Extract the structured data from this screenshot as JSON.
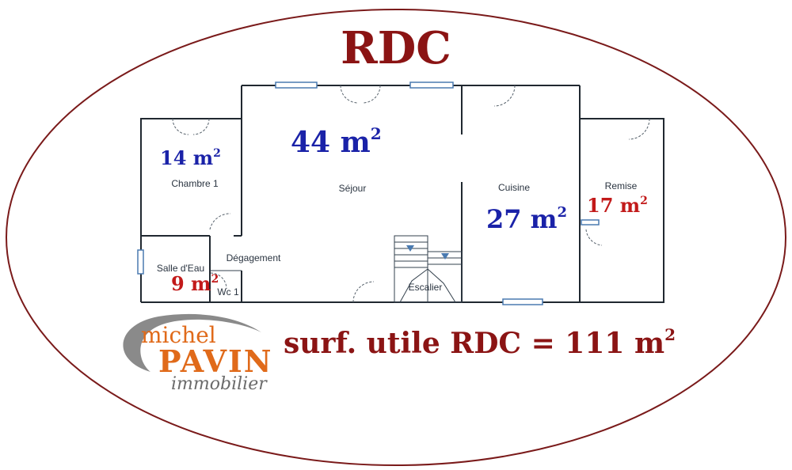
{
  "title": "RDC",
  "rooms": {
    "chambre": {
      "label": "Chambre 1",
      "area": "14 m",
      "sup": "2"
    },
    "sejour": {
      "label": "Séjour",
      "area": "44 m",
      "sup": "2"
    },
    "cuisine": {
      "label": "Cuisine",
      "area": "27 m",
      "sup": "2"
    },
    "remise": {
      "label": "Remise",
      "area": "17 m",
      "sup": "2"
    },
    "salle_eau": {
      "label": "Salle d'Eau",
      "area": "9 m",
      "sup": "2"
    },
    "degagement": {
      "label": "Dégagement"
    },
    "wc": {
      "label": "Wc 1"
    },
    "escalier": {
      "label": "Escalier"
    }
  },
  "summary": {
    "text": "surf. utile RDC = 111 m",
    "sup": "2"
  },
  "logo": {
    "line1": "michel",
    "line2": "PAVIN",
    "line3": "immobilier"
  },
  "colors": {
    "maroon": "#8b1414",
    "blue": "#1a22a8",
    "red": "#c21a1a",
    "logo_orange": "#e06a1a",
    "logo_grey": "#6b6b6b"
  }
}
